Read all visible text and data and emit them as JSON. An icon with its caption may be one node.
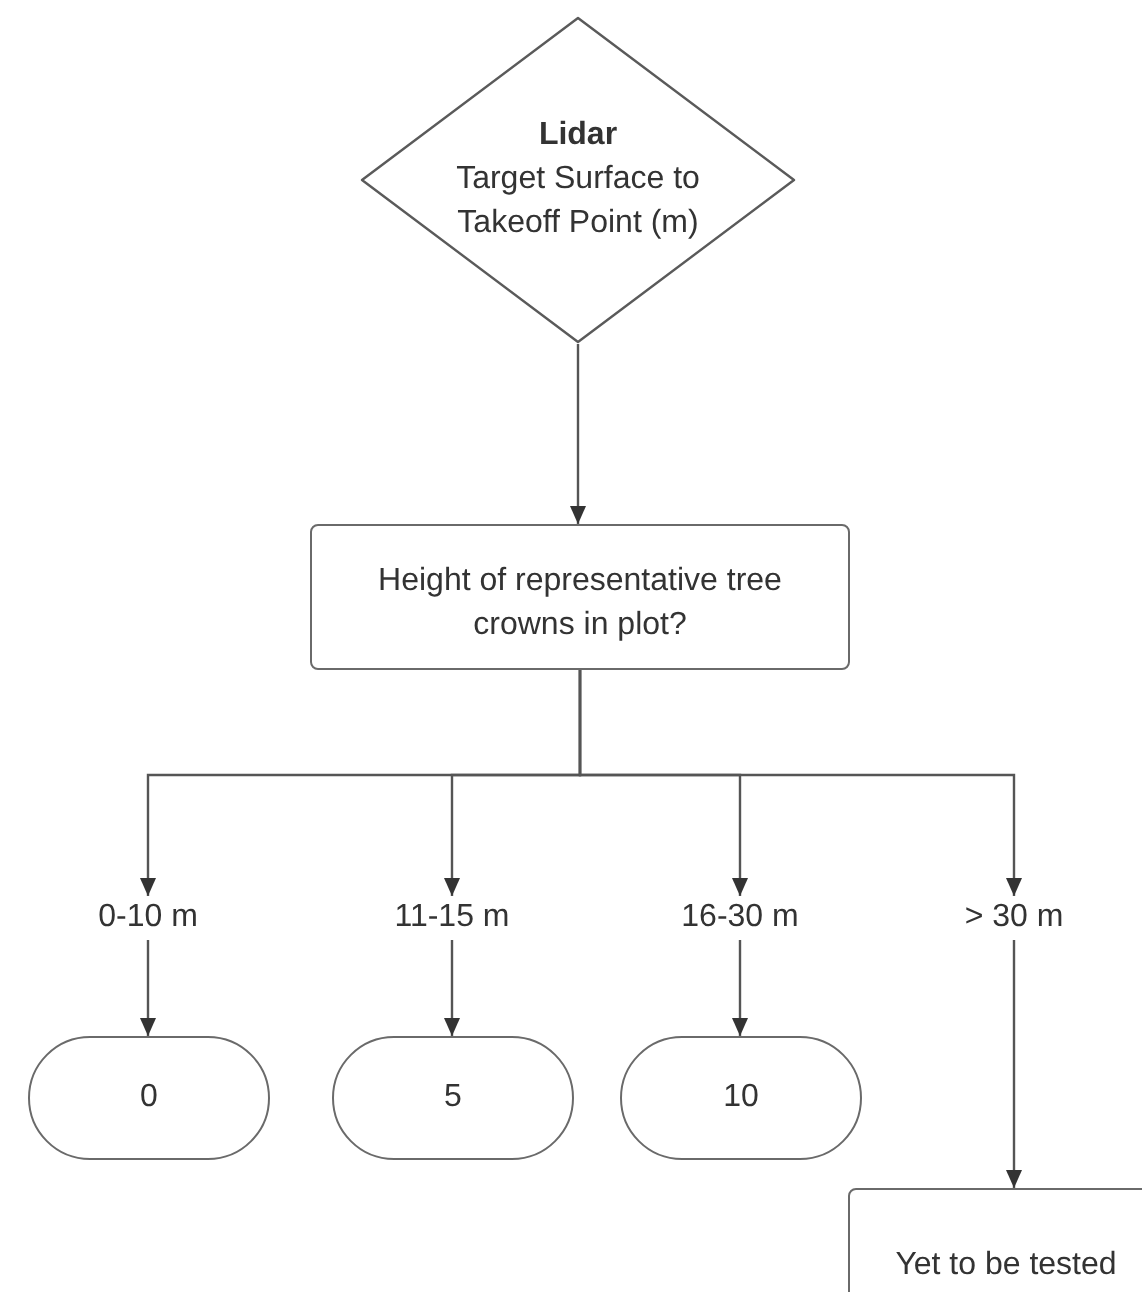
{
  "diagram": {
    "nodes": [
      {
        "text": [
          "Lidar",
          "Target Surface to Takeoff Point (m)"
        ]
      },
      {
        "text": [
          "Height of representative tree crowns in plot?"
        ]
      },
      {
        "text": [
          "0-10 m"
        ]
      },
      {
        "text": [
          "11-15 m"
        ]
      },
      {
        "text": [
          "16-30 m"
        ]
      },
      {
        "text": [
          "> 30 m"
        ]
      },
      {
        "text": [
          "0"
        ]
      },
      {
        "text": [
          "5"
        ]
      },
      {
        "text": [
          "10"
        ]
      },
      {
        "text": [
          "Yet to be tested"
        ]
      }
    ],
    "edges": [
      {
        "from": 0,
        "to": 1,
        "arrow": "to"
      },
      {
        "from": 1,
        "to": 2,
        "arrow": "to"
      },
      {
        "from": 1,
        "to": 3,
        "arrow": "to"
      },
      {
        "from": 1,
        "to": 4,
        "arrow": "to"
      },
      {
        "from": 1,
        "to": 5,
        "arrow": "to"
      },
      {
        "from": 2,
        "to": 6,
        "arrow": "to"
      },
      {
        "from": 3,
        "to": 7,
        "arrow": "to"
      },
      {
        "from": 4,
        "to": 8,
        "arrow": "to"
      },
      {
        "from": 5,
        "to": 9,
        "arrow": "to"
      }
    ]
  }
}
